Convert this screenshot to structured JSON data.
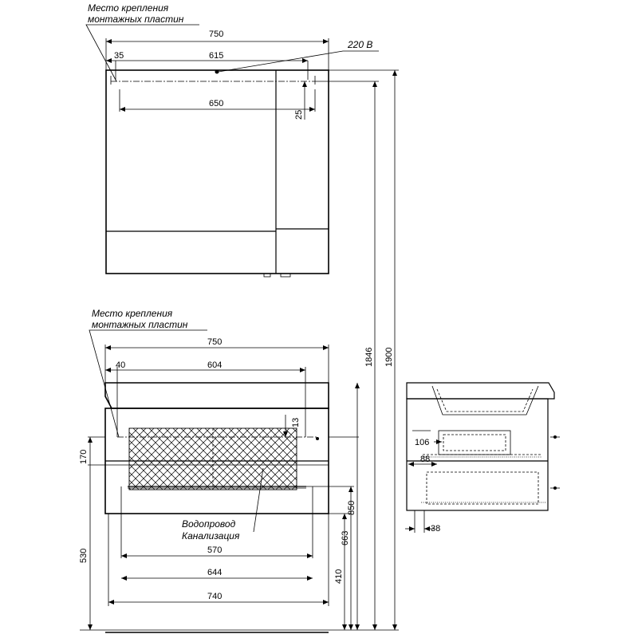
{
  "labels": {
    "mounting_top_line1": "Место крепления",
    "mounting_top_line2": "монтажных пластин",
    "power": "220 В",
    "mounting_bottom_line1": "Место крепления",
    "mounting_bottom_line2": "монтажных пластин",
    "water": "Водопровод",
    "sewer": "Канализация"
  },
  "dimensions": {
    "top_width": "750",
    "top_offset": "35",
    "top_plate_span": "615",
    "top_inner_width": "650",
    "top_plate_drop": "25",
    "height_to_plate": "1846",
    "total_height": "1900",
    "bottom_width": "750",
    "bottom_offset": "40",
    "bottom_plate_span": "604",
    "bottom_plate_drop": "13",
    "bottom_drawer_height": "170",
    "bottom_body_height": "530",
    "pipe_span": "570",
    "inner_width": "644",
    "body_width": "740",
    "floor_to_base": "410",
    "floor_to_pipes": "663",
    "floor_to_top": "850",
    "side_depth_upper": "106",
    "side_depth_middle": "88",
    "side_depth_lower": "38"
  }
}
